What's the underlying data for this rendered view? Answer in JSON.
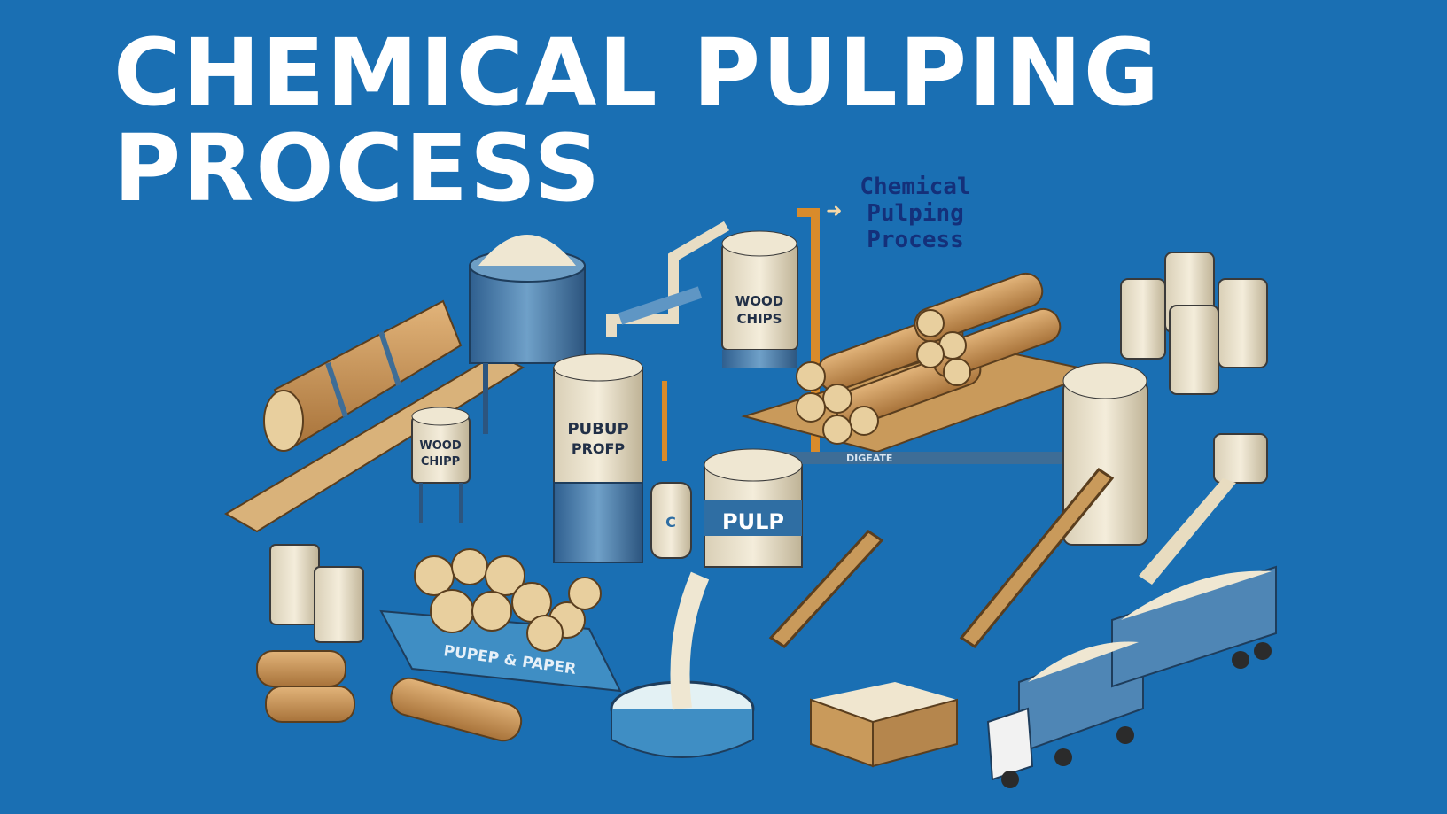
{
  "header": {
    "title_line1": "CHEMICAL PULPING",
    "title_line2": "PROCESS",
    "subtitle_line1": "Chemical",
    "subtitle_line2": "Pulping",
    "subtitle_line3": "Process",
    "arrow_icon": "arrow-right"
  },
  "illustration": {
    "labels": {
      "silo_left": [
        "WOOD",
        "CHIPP"
      ],
      "silo_center": [
        "PUBUP",
        "PROFP"
      ],
      "silo_top": [
        "WOOD",
        "CHIPS"
      ],
      "tank_pulp": "PULP",
      "digester_sign": "DIGEATE",
      "cart": "PUPEP & PAPER",
      "small_tank": "C"
    }
  },
  "colors": {
    "background": "#1a6fb3",
    "title": "#ffffff",
    "subtitle": "#14307a",
    "wood": "#c99a5b",
    "wood_end": "#e8cf9e",
    "steel": "#4f86b5",
    "cream": "#efe7d2",
    "pipe_orange": "#d98b2b"
  }
}
